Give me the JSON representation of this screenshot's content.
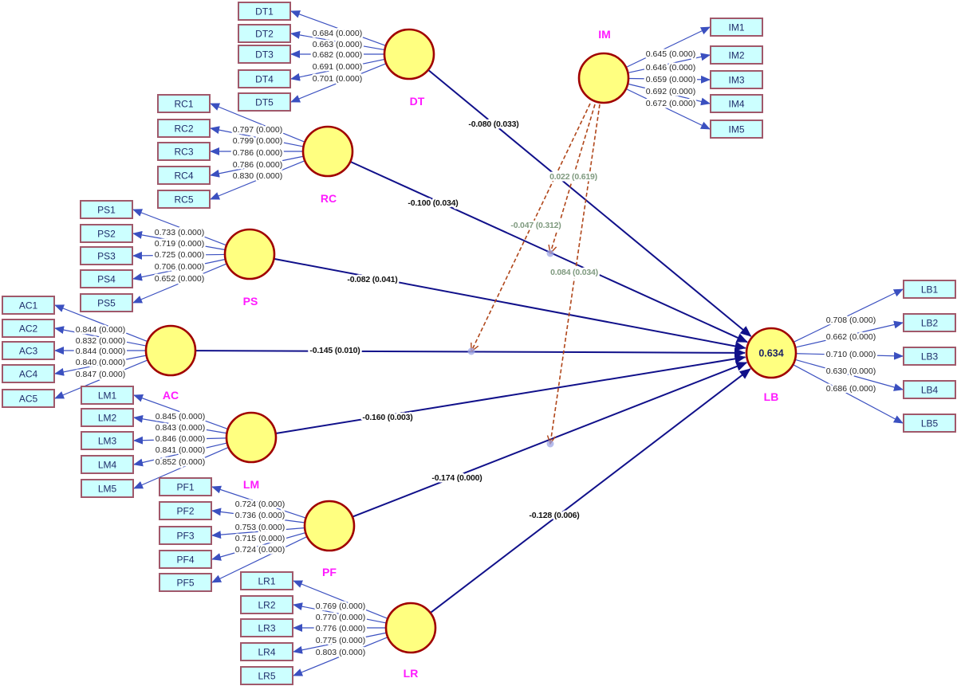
{
  "diagram": {
    "kind": "PLS-SEM structural model",
    "colors": {
      "construct_fill": "#ffff80",
      "construct_border": "#a00000",
      "construct_label": "#ff1aff",
      "indicator_fill": "#ccffff",
      "indicator_border": "#a0586a",
      "indicator_text": "#1f2d6b",
      "loading_arrow": "#3b50c0",
      "path_arrow": "#10108a",
      "moderation_arrow": "#b0461a",
      "moderation_label": "#7f9a7f"
    },
    "constructs": [
      {
        "id": "DT",
        "label": "DT",
        "indicators": [
          {
            "name": "DT1",
            "loading": "0.684",
            "p_value": "0.000",
            "label": "0.684 (0.000)"
          },
          {
            "name": "DT2",
            "loading": "0.663",
            "p_value": "0.000",
            "label": "0.663 (0.000)"
          },
          {
            "name": "DT3",
            "loading": "0.682",
            "p_value": "0.000",
            "label": "0.682 (0.000)"
          },
          {
            "name": "DT4",
            "loading": "0.691",
            "p_value": "0.000",
            "label": "0.691 (0.000)"
          },
          {
            "name": "DT5",
            "loading": "0.701",
            "p_value": "0.000",
            "label": "0.701 (0.000)"
          }
        ]
      },
      {
        "id": "RC",
        "label": "RC",
        "indicators": [
          {
            "name": "RC1",
            "loading": "0.797",
            "p_value": "0.000",
            "label": "0.797 (0.000)"
          },
          {
            "name": "RC2",
            "loading": "0.799",
            "p_value": "0.000",
            "label": "0.799 (0.000)"
          },
          {
            "name": "RC3",
            "loading": "0.786",
            "p_value": "0.000",
            "label": "0.786 (0.000)"
          },
          {
            "name": "RC4",
            "loading": "0.786",
            "p_value": "0.000",
            "label": "0.786 (0.000)"
          },
          {
            "name": "RC5",
            "loading": "0.830",
            "p_value": "0.000",
            "label": "0.830 (0.000)"
          }
        ]
      },
      {
        "id": "PS",
        "label": "PS",
        "indicators": [
          {
            "name": "PS1",
            "loading": "0.733",
            "p_value": "0.000",
            "label": "0.733 (0.000)"
          },
          {
            "name": "PS2",
            "loading": "0.719",
            "p_value": "0.000",
            "label": "0.719 (0.000)"
          },
          {
            "name": "PS3",
            "loading": "0.725",
            "p_value": "0.000",
            "label": "0.725 (0.000)"
          },
          {
            "name": "PS4",
            "loading": "0.706",
            "p_value": "0.000",
            "label": "0.706 (0.000)"
          },
          {
            "name": "PS5",
            "loading": "0.652",
            "p_value": "0.000",
            "label": "0.652 (0.000)"
          }
        ]
      },
      {
        "id": "AC",
        "label": "AC",
        "indicators": [
          {
            "name": "AC1",
            "loading": "0.844",
            "p_value": "0.000",
            "label": "0.844 (0.000)"
          },
          {
            "name": "AC2",
            "loading": "0.832",
            "p_value": "0.000",
            "label": "0.832 (0.000)"
          },
          {
            "name": "AC3",
            "loading": "0.844",
            "p_value": "0.000",
            "label": "0.844 (0.000)"
          },
          {
            "name": "AC4",
            "loading": "0.840",
            "p_value": "0.000",
            "label": "0.840 (0.000)"
          },
          {
            "name": "AC5",
            "loading": "0.847",
            "p_value": "0.000",
            "label": "0.847 (0.000)"
          }
        ]
      },
      {
        "id": "LM",
        "label": "LM",
        "indicators": [
          {
            "name": "LM1",
            "loading": "0.845",
            "p_value": "0.000",
            "label": "0.845 (0.000)"
          },
          {
            "name": "LM2",
            "loading": "0.843",
            "p_value": "0.000",
            "label": "0.843 (0.000)"
          },
          {
            "name": "LM3",
            "loading": "0.846",
            "p_value": "0.000",
            "label": "0.846 (0.000)"
          },
          {
            "name": "LM4",
            "loading": "0.841",
            "p_value": "0.000",
            "label": "0.841 (0.000)"
          },
          {
            "name": "LM5",
            "loading": "0.852",
            "p_value": "0.000",
            "label": "0.852 (0.000)"
          }
        ]
      },
      {
        "id": "PF",
        "label": "PF",
        "indicators": [
          {
            "name": "PF1",
            "loading": "0.724",
            "p_value": "0.000",
            "label": "0.724 (0.000)"
          },
          {
            "name": "PF2",
            "loading": "0.736",
            "p_value": "0.000",
            "label": "0.736 (0.000)"
          },
          {
            "name": "PF3",
            "loading": "0.753",
            "p_value": "0.000",
            "label": "0.753 (0.000)"
          },
          {
            "name": "PF4",
            "loading": "0.715",
            "p_value": "0.000",
            "label": "0.715 (0.000)"
          },
          {
            "name": "PF5",
            "loading": "0.724",
            "p_value": "0.000",
            "label": "0.724 (0.000)"
          }
        ]
      },
      {
        "id": "LR",
        "label": "LR",
        "indicators": [
          {
            "name": "LR1",
            "loading": "0.769",
            "p_value": "0.000",
            "label": "0.769 (0.000)"
          },
          {
            "name": "LR2",
            "loading": "0.770",
            "p_value": "0.000",
            "label": "0.770 (0.000)"
          },
          {
            "name": "LR3",
            "loading": "0.776",
            "p_value": "0.000",
            "label": "0.776 (0.000)"
          },
          {
            "name": "LR4",
            "loading": "0.775",
            "p_value": "0.000",
            "label": "0.775 (0.000)"
          },
          {
            "name": "LR5",
            "loading": "0.803",
            "p_value": "0.000",
            "label": "0.803 (0.000)"
          }
        ]
      },
      {
        "id": "IM",
        "label": "IM",
        "indicators": [
          {
            "name": "IM1",
            "loading": "0.645",
            "p_value": "0.000",
            "label": "0.645 (0.000)"
          },
          {
            "name": "IM2",
            "loading": "0.646",
            "p_value": "0.000",
            "label": "0.646 (0.000)"
          },
          {
            "name": "IM3",
            "loading": "0.659",
            "p_value": "0.000",
            "label": "0.659 (0.000)"
          },
          {
            "name": "IM4",
            "loading": "0.692",
            "p_value": "0.000",
            "label": "0.692 (0.000)"
          },
          {
            "name": "IM5",
            "loading": "0.672",
            "p_value": "0.000",
            "label": "0.672 (0.000)"
          }
        ]
      },
      {
        "id": "LB",
        "label": "LB",
        "r_squared": "0.634",
        "indicators": [
          {
            "name": "LB1",
            "loading": "0.708",
            "p_value": "0.000",
            "label": "0.708 (0.000)"
          },
          {
            "name": "LB2",
            "loading": "0.662",
            "p_value": "0.000",
            "label": "0.662 (0.000)"
          },
          {
            "name": "LB3",
            "loading": "0.710",
            "p_value": "0.000",
            "label": "0.710 (0.000)"
          },
          {
            "name": "LB4",
            "loading": "0.630",
            "p_value": "0.000",
            "label": "0.630 (0.000)"
          },
          {
            "name": "LB5",
            "loading": "0.686",
            "p_value": "0.000",
            "label": "0.686 (0.000)"
          }
        ]
      }
    ],
    "paths": [
      {
        "from": "DT",
        "to": "LB",
        "coefficient": "-0.080",
        "p_value": "0.033",
        "label": "-0.080 (0.033)"
      },
      {
        "from": "RC",
        "to": "LB",
        "coefficient": "-0.100",
        "p_value": "0.034",
        "label": "-0.100 (0.034)"
      },
      {
        "from": "PS",
        "to": "LB",
        "coefficient": "-0.082",
        "p_value": "0.041",
        "label": "-0.082 (0.041)"
      },
      {
        "from": "AC",
        "to": "LB",
        "coefficient": "-0.145",
        "p_value": "0.010",
        "label": "-0.145 (0.010)"
      },
      {
        "from": "LM",
        "to": "LB",
        "coefficient": "-0.160",
        "p_value": "0.003",
        "label": "-0.160 (0.003)"
      },
      {
        "from": "PF",
        "to": "LB",
        "coefficient": "-0.174",
        "p_value": "0.000",
        "label": "-0.174 (0.000)"
      },
      {
        "from": "LR",
        "to": "LB",
        "coefficient": "-0.128",
        "p_value": "0.006",
        "label": "-0.128 (0.006)"
      }
    ],
    "moderations": [
      {
        "moderator": "IM",
        "on_path": "RC->LB",
        "coefficient": "0.022",
        "p_value": "0.619",
        "label": "0.022 (0.619)"
      },
      {
        "moderator": "IM",
        "on_path": "AC->LB",
        "coefficient": "-0.047",
        "p_value": "0.312",
        "label": "-0.047 (0.312)"
      },
      {
        "moderator": "IM",
        "on_path": "PF->LB",
        "coefficient": "0.084",
        "p_value": "0.034",
        "label": "0.084 (0.034)"
      }
    ]
  }
}
